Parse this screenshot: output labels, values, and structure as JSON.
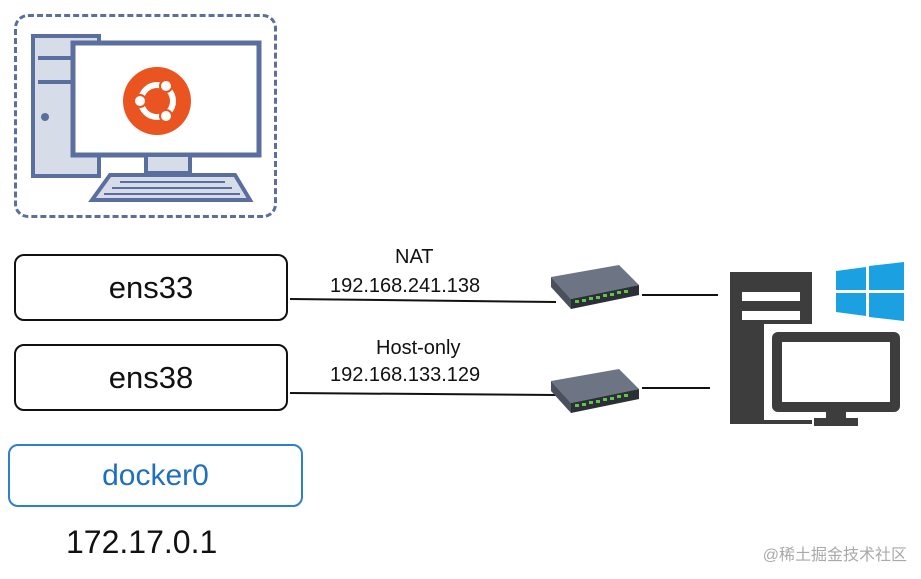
{
  "vm": {
    "os_icon": "ubuntu-logo"
  },
  "interfaces": {
    "ens33": {
      "name": "ens33",
      "mode": "NAT",
      "ip": "192.168.241.138"
    },
    "ens38": {
      "name": "ens38",
      "mode": "Host-only",
      "ip": "192.168.133.129"
    },
    "docker0": {
      "name": "docker0",
      "ip": "172.17.0.1"
    }
  },
  "host": {
    "os_icon": "windows-logo",
    "device_icon": "desktop-pc-icon"
  },
  "watermark": "@稀土掘金技术社区",
  "colors": {
    "frame": "#5b6f9e",
    "ubuntu": "#e95420",
    "docker": "#2d7fd0",
    "windows": "#1ba1e2",
    "host": "#3d3d3d"
  }
}
